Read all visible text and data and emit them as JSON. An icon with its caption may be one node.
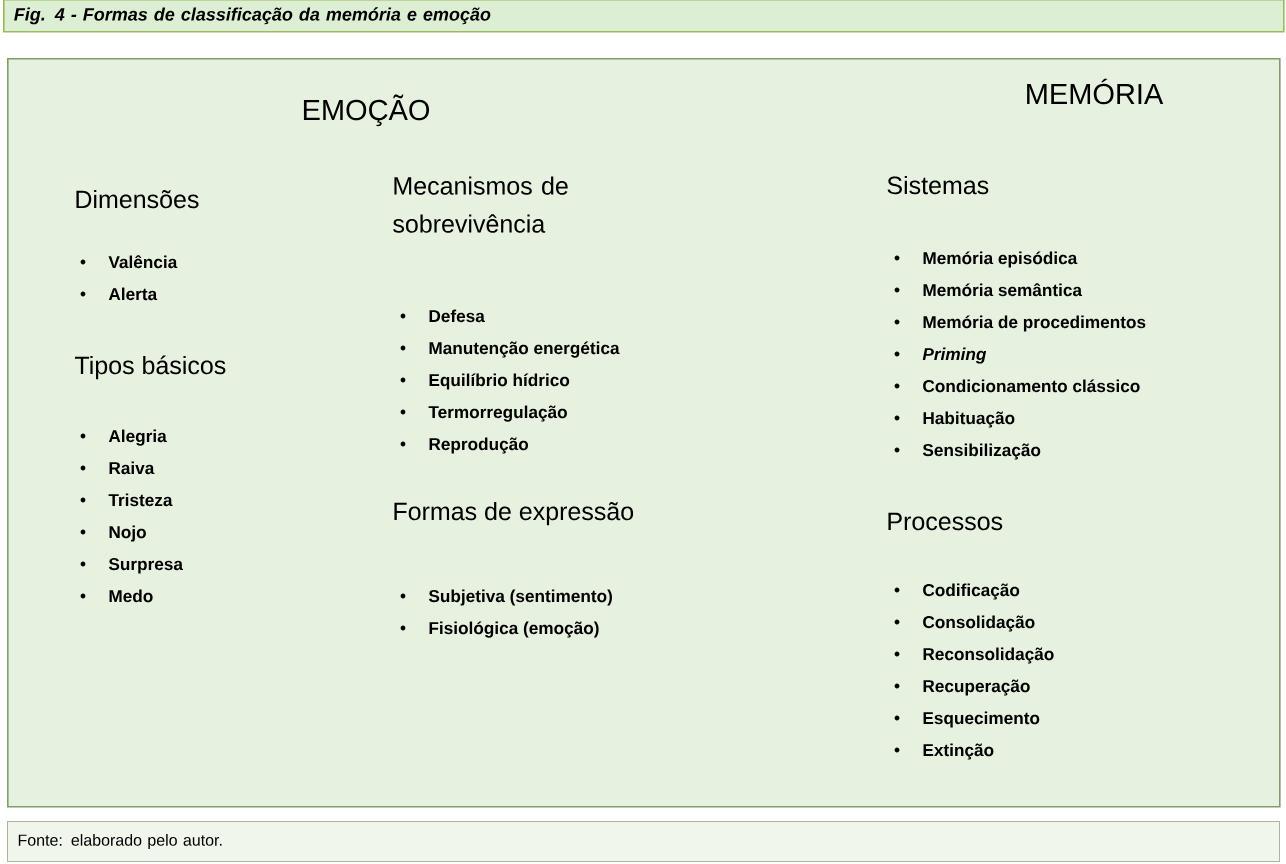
{
  "diagram": {
    "title": "Fig. 4 - Formas de classificação da memória e emoção",
    "caption": "Fonte: elaborado pelo autor.",
    "nodes": [
      {
        "text": [
          "EMOÇÃO",
          "MEMÓRIA",
          "Dimensões",
          "Valência",
          "Alerta",
          "Tipos básicos",
          "Alegria",
          "Raiva",
          "Tristeza",
          "Nojo",
          "Surpresa",
          "Medo",
          "Mecanismos de sobrevivência",
          "Defesa",
          "Manutenção energética",
          "Equilíbrio hídrico",
          "Termorregulação",
          "Reprodução",
          "Formas de expressão",
          "Subjetiva (sentimento)",
          "Fisiológica (emoção)",
          "Sistemas",
          "Memória episódica",
          "Memória semântica",
          "Memória de procedimentos",
          "*Priming*",
          "Condicionamento clássico",
          "Habituação",
          "Sensibilização",
          "Processos",
          "Codificação",
          "Consolidação",
          "Reconsolidação",
          "Recuperação",
          "Esquecimento",
          "Extinção"
        ]
      }
    ]
  }
}
